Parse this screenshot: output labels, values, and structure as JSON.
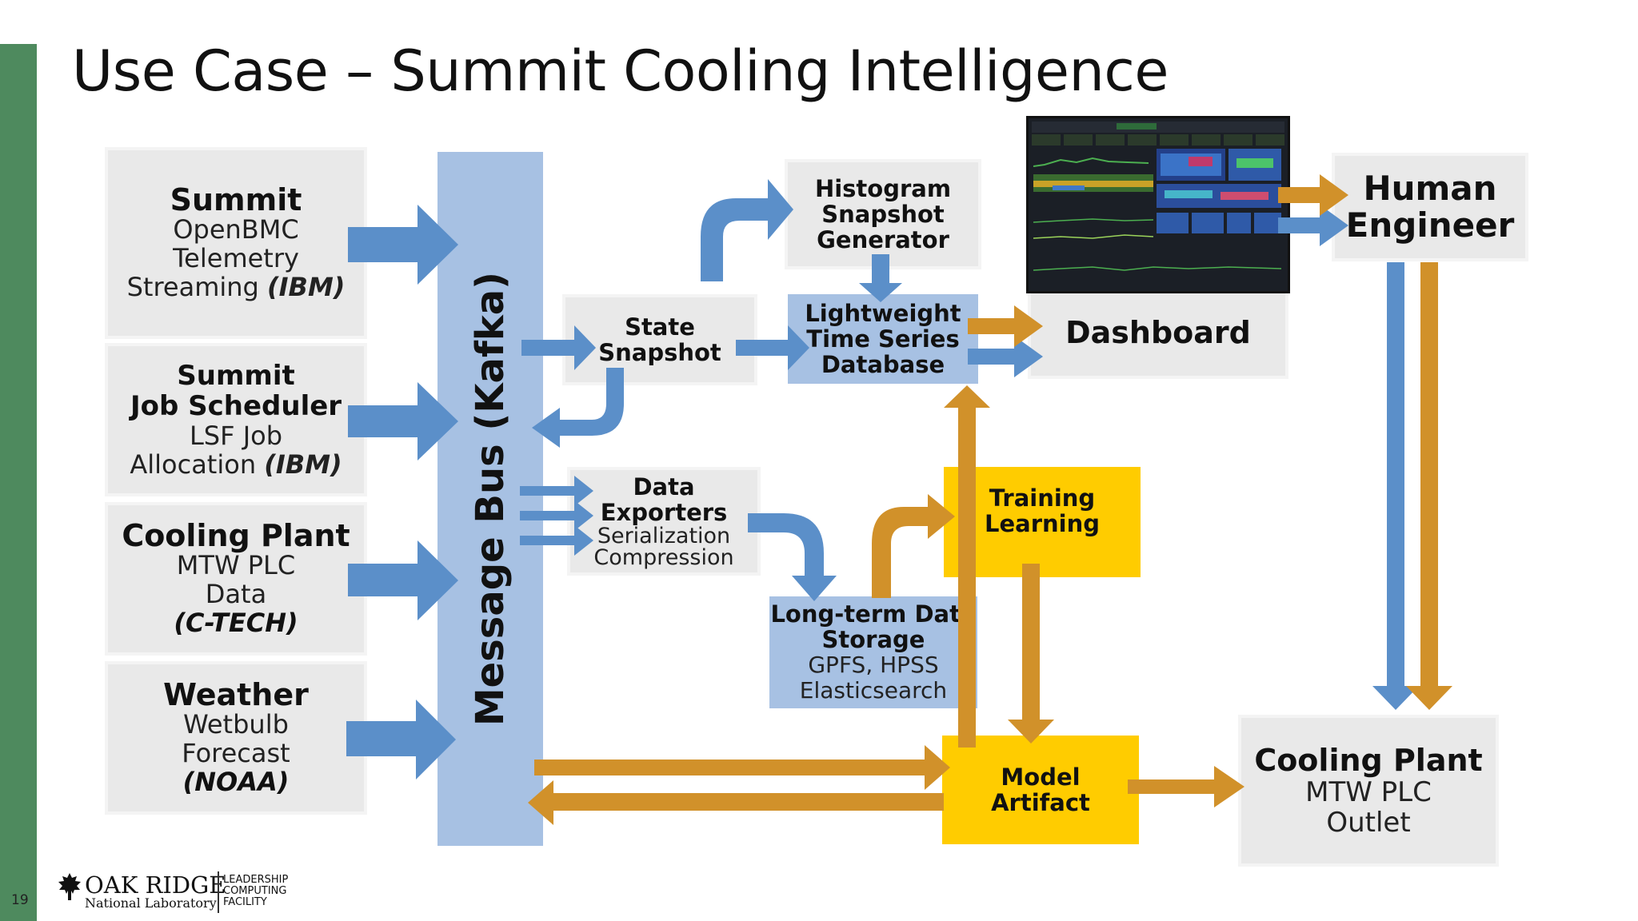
{
  "slide": {
    "title": "Use Case – Summit Cooling Intelligence",
    "page_number": "19"
  },
  "sources": [
    {
      "title": "Summit",
      "lines": [
        "OpenBMC",
        "Telemetry"
      ],
      "last_plain": "Streaming",
      "last_italic": "(IBM)"
    },
    {
      "title": "Summit",
      "title2": "Job Scheduler",
      "lines": [
        "LSF Job"
      ],
      "last_plain": "Allocation",
      "last_italic": "(IBM)"
    },
    {
      "title": "Cooling Plant",
      "lines": [
        "MTW PLC",
        "Data"
      ],
      "last_plain": "",
      "last_italic": "(C-TECH)"
    },
    {
      "title": "Weather",
      "lines": [
        "Wetbulb",
        "Forecast"
      ],
      "last_plain": "",
      "last_italic": "(NOAA)"
    }
  ],
  "message_bus": {
    "label": "Message Bus (Kafka)"
  },
  "nodes": {
    "state_snapshot": [
      "State",
      "Snapshot"
    ],
    "histogram": [
      "Histogram",
      "Snapshot",
      "Generator"
    ],
    "tsdb": [
      "Lightweight",
      "Time Series",
      "Database"
    ],
    "dashboard": "Dashboard",
    "human_engineer": [
      "Human",
      "Engineer"
    ],
    "data_exporters": {
      "title": [
        "Data",
        "Exporters"
      ],
      "sub": [
        "Serialization",
        "Compression"
      ]
    },
    "long_term": {
      "title": [
        "Long-term Data",
        "Storage"
      ],
      "sub": [
        "GPFS, HPSS",
        "Elasticsearch"
      ]
    },
    "training": [
      "Training",
      "Learning"
    ],
    "model": [
      "Model",
      "Artifact"
    ],
    "outlet": {
      "title": "Cooling Plant",
      "sub": [
        "MTW PLC",
        "Outlet"
      ]
    }
  },
  "colors": {
    "blue_arrow": "#5b8fc9",
    "gold_arrow": "#d1912a",
    "yellow_box": "#ffcc00",
    "gray_box": "#e9e9e9",
    "sidebar": "#4e8a5e"
  },
  "logo": {
    "main": "OAK RIDGE",
    "sub": "National Laboratory",
    "right": [
      "LEADERSHIP",
      "COMPUTING",
      "FACILITY"
    ]
  }
}
